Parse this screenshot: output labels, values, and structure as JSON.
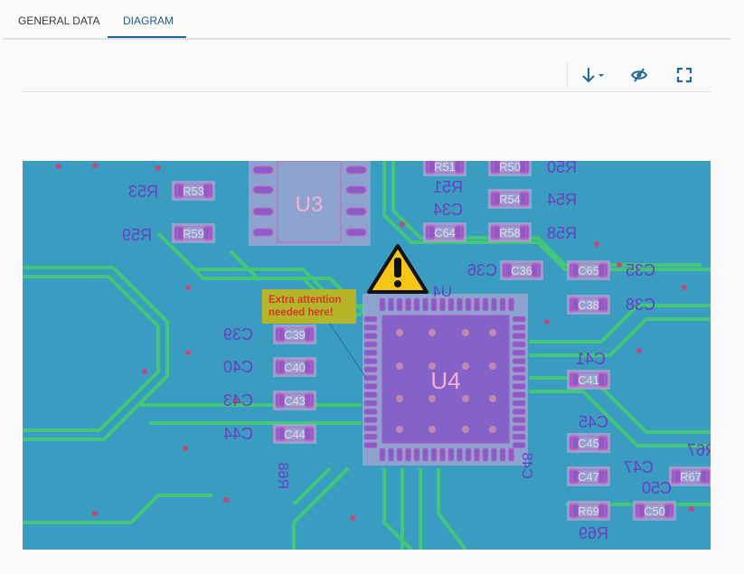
{
  "tabs": [
    {
      "label": "GENERAL DATA"
    },
    {
      "label": "DIAGRAM"
    }
  ],
  "toolbar": {
    "download_icon": "arrow-down-icon",
    "visibility_icon": "eye-off-icon",
    "fullscreen_icon": "fullscreen-icon"
  },
  "diagram": {
    "annotation": {
      "line1": "Extra attention",
      "line2": "needed here!",
      "icon": "warning-icon"
    },
    "chips": {
      "u3": "U3",
      "u4": "U4",
      "u4_silk": "U4"
    },
    "pads": {
      "r53": "R53",
      "r59": "R59",
      "r51": "R51",
      "r50": "R50",
      "c64": "C64",
      "r54": "R54",
      "r58": "R58",
      "c36": "C36",
      "c65": "C65",
      "c38": "C38",
      "c39": "C39",
      "c40": "C40",
      "c43": "C43",
      "c44": "C44",
      "c41": "C41",
      "c45": "C45",
      "c47": "C47",
      "r67": "R67",
      "r69": "R69",
      "c50": "C50"
    },
    "silk": {
      "r53": "R53",
      "r59": "R59",
      "r50": "R50",
      "r51": "R51",
      "c34": "C34",
      "r54": "R54",
      "r58": "R58",
      "c36": "C36",
      "c35": "C35",
      "c38": "C38",
      "c39": "C39",
      "c40": "C40",
      "c43": "C43",
      "c44": "C44",
      "c41": "C41",
      "c45": "C45",
      "c47": "C47",
      "r67": "R67",
      "c50": "C50",
      "r69": "R69",
      "r68": "R68",
      "c48": "C48"
    }
  },
  "colors": {
    "accent": "#1d6a98",
    "board": "#3a9cc0",
    "trace": "#44c67a",
    "warning": "#f5c518",
    "note_bg": "#b5b52a",
    "note_text": "#d03a2a"
  }
}
